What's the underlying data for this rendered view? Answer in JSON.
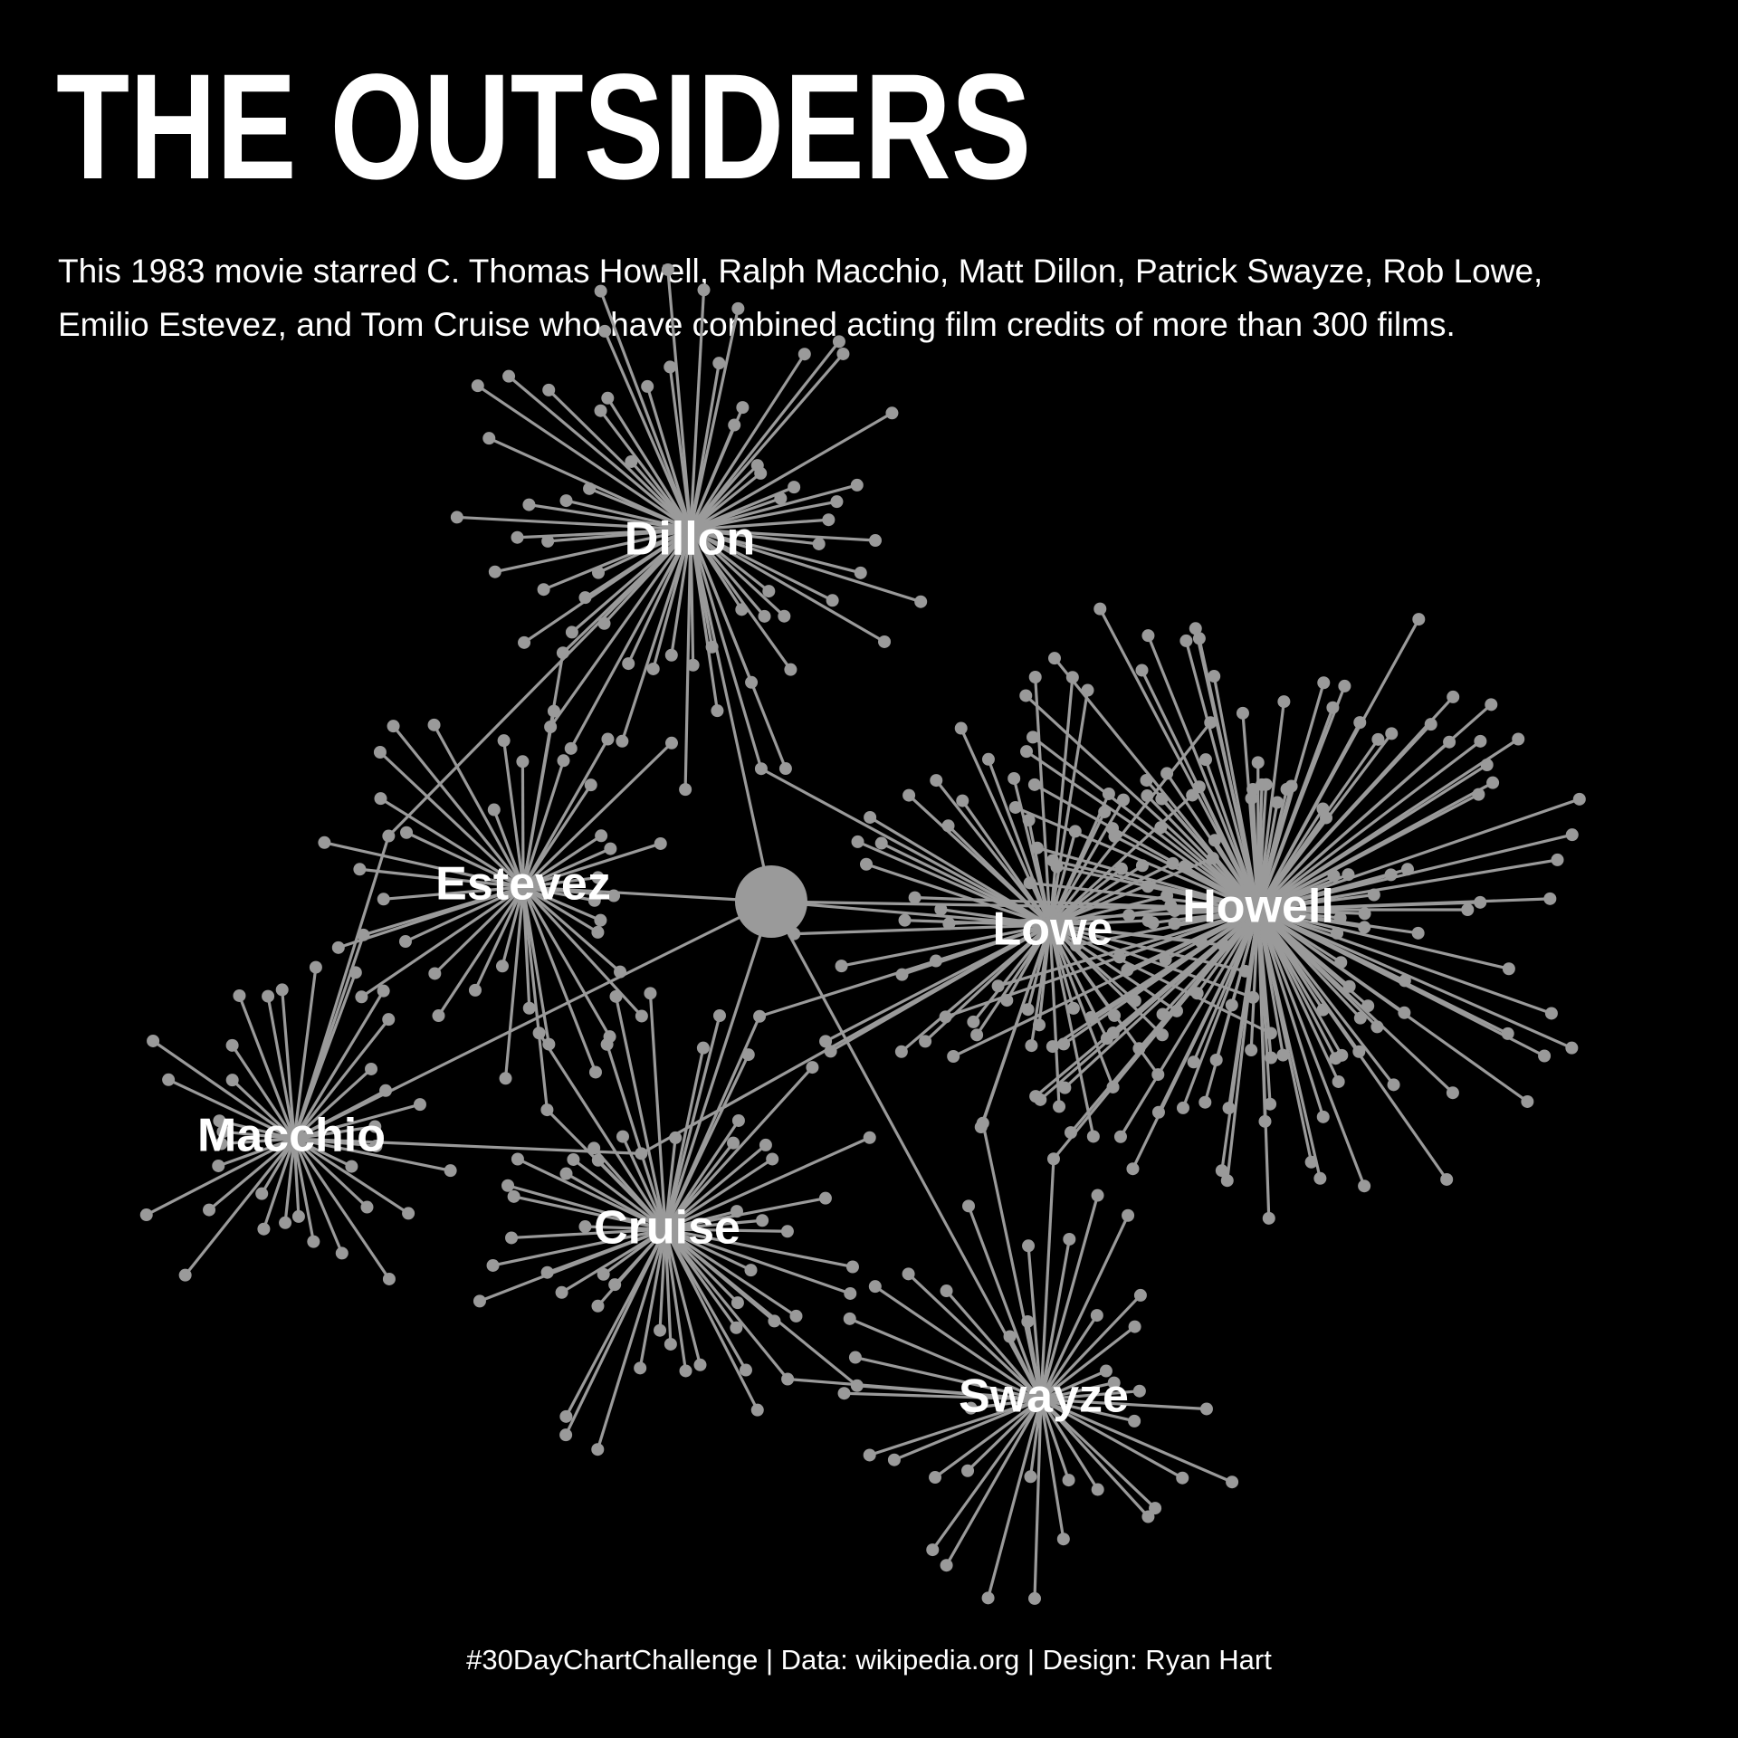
{
  "title": "THE OUTSIDERS",
  "subtitle": "This 1983 movie starred C. Thomas Howell, Ralph Macchio, Matt Dillon, Patrick Swayze, Rob Lowe, Emilio Estevez, and Tom Cruise who have combined acting film credits of more than 300 films.",
  "caption": "#30DayChartChallenge | Data: wikipedia.org | Design: Ryan Hart",
  "colors": {
    "background": "#000000",
    "edge": "#9a9a9a",
    "node": "#9a9a9a",
    "text": "#ffffff"
  },
  "network": {
    "center_node": "The Outsiders",
    "actors": [
      {
        "id": "dillon",
        "label": "Dillon",
        "film_credits": 64
      },
      {
        "id": "estevez",
        "label": "Estevez",
        "film_credits": 38
      },
      {
        "id": "lowe",
        "label": "Lowe",
        "film_credits": 60
      },
      {
        "id": "howell",
        "label": "Howell",
        "film_credits": 140
      },
      {
        "id": "macchio",
        "label": "Macchio",
        "film_credits": 34
      },
      {
        "id": "cruise",
        "label": "Cruise",
        "film_credits": 52
      },
      {
        "id": "swayze",
        "label": "Swayze",
        "film_credits": 38
      }
    ],
    "shared_films": [
      [
        "dillon",
        "estevez"
      ],
      [
        "dillon",
        "macchio"
      ],
      [
        "dillon",
        "lowe"
      ],
      [
        "estevez",
        "cruise"
      ],
      [
        "estevez",
        "macchio"
      ],
      [
        "lowe",
        "cruise"
      ],
      [
        "lowe",
        "swayze"
      ],
      [
        "howell",
        "swayze"
      ],
      [
        "macchio",
        "lowe"
      ],
      [
        "cruise",
        "swayze"
      ],
      [
        "cruise",
        "swayze"
      ]
    ]
  }
}
